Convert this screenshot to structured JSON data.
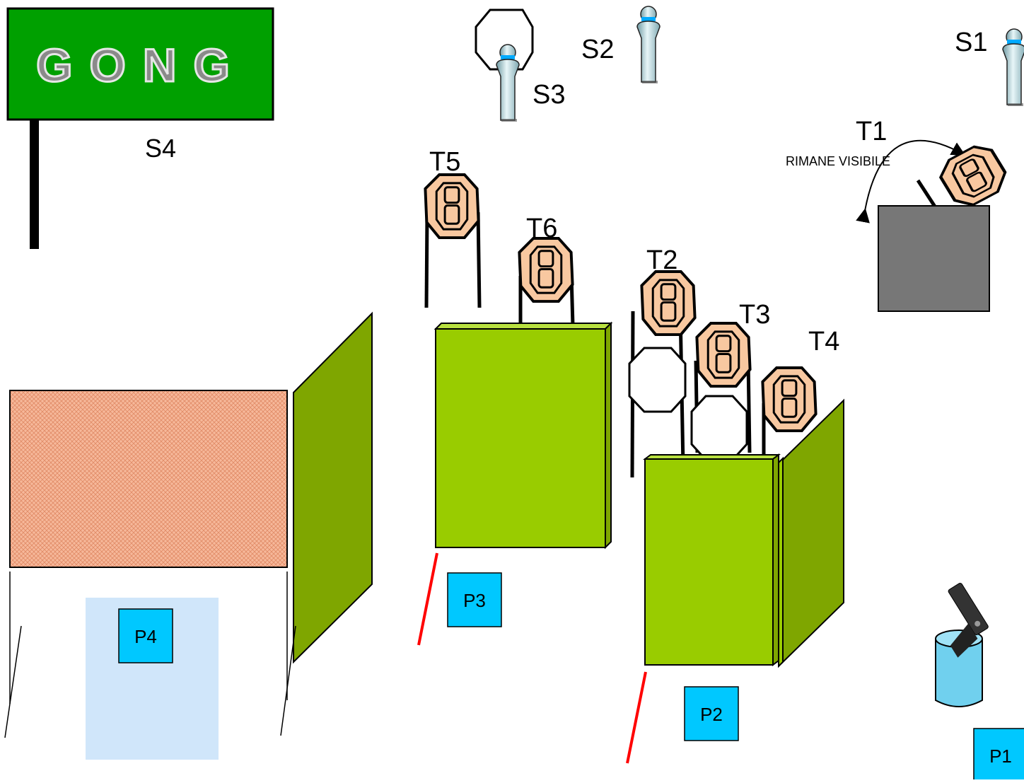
{
  "gong": {
    "text": "GONG",
    "label": "S4",
    "sign_color": "#00a000"
  },
  "steel": {
    "S1": "S1",
    "S2": "S2",
    "S3": "S3"
  },
  "targets": {
    "T1": "T1",
    "T2": "T2",
    "T3": "T3",
    "T4": "T4",
    "T5": "T5",
    "T6": "T6"
  },
  "t1_note": "RIMANE VISIBILE",
  "positions": {
    "P1": "P1",
    "P2": "P2",
    "P3": "P3",
    "P4": "P4"
  },
  "colors": {
    "wall_green": "#99cc00",
    "wall_side": "#7fa600",
    "position_box": "#00c8ff",
    "target_fill": "#f8c8a0",
    "mesh": "#f4a684",
    "start_area": "#d0e6fa",
    "fault_line": "#ff0000",
    "bucket": "#70d0ee",
    "mover_box": "#777777"
  },
  "icons": [
    "gong-sign",
    "steel-popper-icon",
    "ipsc-target-icon",
    "no-shoot-octagon-icon",
    "pistol-icon",
    "bucket-icon",
    "swing-arrow-icon"
  ]
}
